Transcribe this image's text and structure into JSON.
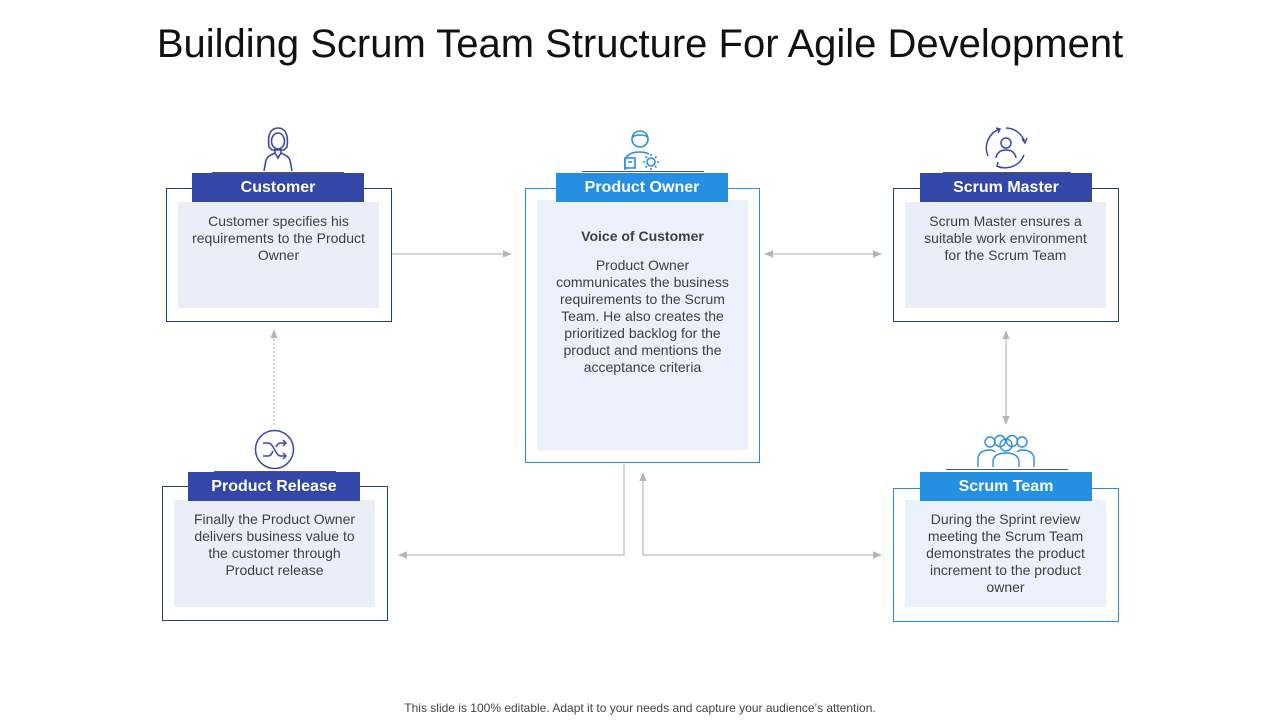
{
  "title": "Building Scrum Team Structure For Agile Development",
  "footer": "This slide is 100% editable. Adapt it to your needs and capture your audience’s attention.",
  "colors": {
    "dark_blue": "#3347a8",
    "light_blue": "#2590e2",
    "border_dark": "#2b3990",
    "arrow": "#bdbdbd"
  },
  "roles": {
    "customer": {
      "label": "Customer",
      "icon": "woman-user-icon",
      "description": "Customer specifies his requirements to the Product Owner"
    },
    "product_owner": {
      "label": "Product Owner",
      "icon": "user-gear-icon",
      "subtitle": "Voice of Customer",
      "description": "Product Owner communicates the business requirements to the Scrum Team. He also creates the prioritized backlog for the product and mentions the acceptance criteria"
    },
    "scrum_master": {
      "label": "Scrum Master",
      "icon": "user-cycle-icon",
      "description": "Scrum Master ensures a suitable work environment for the Scrum Team"
    },
    "product_release": {
      "label": "Product Release",
      "icon": "shuffle-icon",
      "description": "Finally the Product Owner delivers business value to the customer through Product release"
    },
    "scrum_team": {
      "label": "Scrum Team",
      "icon": "team-group-icon",
      "description": "During the Sprint review meeting the Scrum Team demonstrates the product increment to the product owner"
    }
  }
}
